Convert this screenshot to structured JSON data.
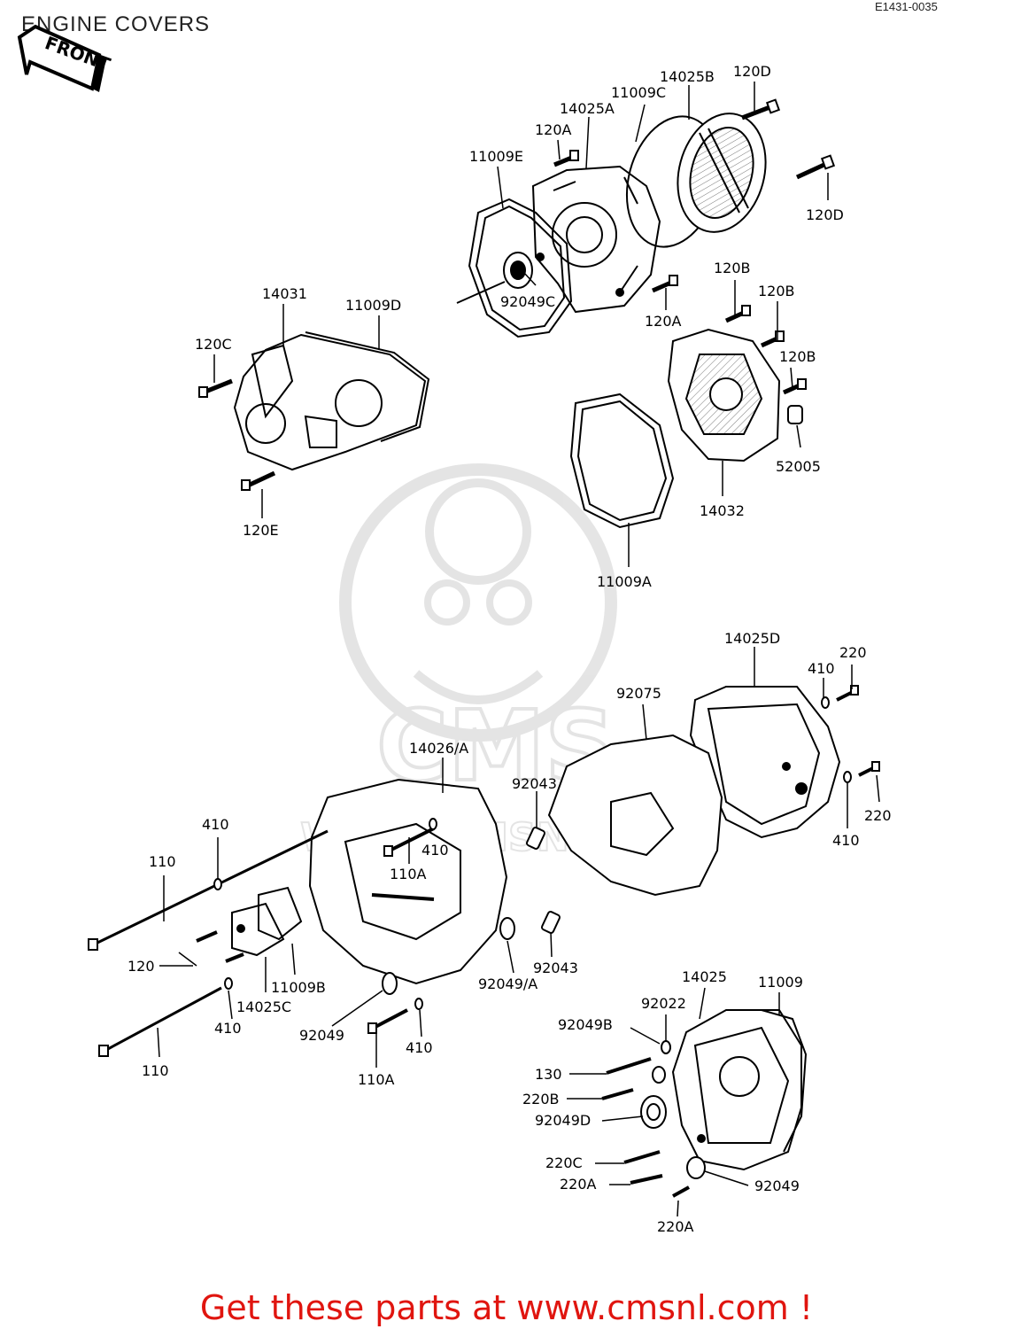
{
  "header": {
    "title": "ENGINE COVERS",
    "diagram_code": "E1431-0035"
  },
  "front_label": "FRONT",
  "watermark": {
    "logo_text": "CMS",
    "url_text": "WWW.CMSNL.COM"
  },
  "parts": [
    {
      "id": "p-120d-a",
      "label": "120D"
    },
    {
      "id": "p-14025b",
      "label": "14025B"
    },
    {
      "id": "p-11009c",
      "label": "11009C"
    },
    {
      "id": "p-14025a",
      "label": "14025A"
    },
    {
      "id": "p-120a-a",
      "label": "120A"
    },
    {
      "id": "p-11009e",
      "label": "11009E"
    },
    {
      "id": "p-120d-b",
      "label": "120D"
    },
    {
      "id": "p-92049c",
      "label": "92049C"
    },
    {
      "id": "p-120a-b",
      "label": "120A"
    },
    {
      "id": "p-120b-a",
      "label": "120B"
    },
    {
      "id": "p-120b-b",
      "label": "120B"
    },
    {
      "id": "p-120b-c",
      "label": "120B"
    },
    {
      "id": "p-52005",
      "label": "52005"
    },
    {
      "id": "p-14032",
      "label": "14032"
    },
    {
      "id": "p-11009a",
      "label": "11009A"
    },
    {
      "id": "p-14031",
      "label": "14031"
    },
    {
      "id": "p-11009d",
      "label": "11009D"
    },
    {
      "id": "p-120c",
      "label": "120C"
    },
    {
      "id": "p-120e",
      "label": "120E"
    },
    {
      "id": "p-14025d",
      "label": "14025D"
    },
    {
      "id": "p-220-a",
      "label": "220"
    },
    {
      "id": "p-410-a",
      "label": "410"
    },
    {
      "id": "p-92075",
      "label": "92075"
    },
    {
      "id": "p-220-b",
      "label": "220"
    },
    {
      "id": "p-410-b",
      "label": "410"
    },
    {
      "id": "p-14026a",
      "label": "14026/A"
    },
    {
      "id": "p-92043-a",
      "label": "92043"
    },
    {
      "id": "p-410-c",
      "label": "410"
    },
    {
      "id": "p-410-d",
      "label": "410"
    },
    {
      "id": "p-110-a",
      "label": "110"
    },
    {
      "id": "p-110a-a",
      "label": "110A"
    },
    {
      "id": "p-120",
      "label": "120"
    },
    {
      "id": "p-11009b",
      "label": "11009B"
    },
    {
      "id": "p-14025c",
      "label": "14025C"
    },
    {
      "id": "p-92049a",
      "label": "92049/A"
    },
    {
      "id": "p-92043-b",
      "label": "92043"
    },
    {
      "id": "p-410-e",
      "label": "410"
    },
    {
      "id": "p-92049-a",
      "label": "92049"
    },
    {
      "id": "p-410-f",
      "label": "410"
    },
    {
      "id": "p-110-b",
      "label": "110"
    },
    {
      "id": "p-110a-b",
      "label": "110A"
    },
    {
      "id": "p-14025",
      "label": "14025"
    },
    {
      "id": "p-11009",
      "label": "11009"
    },
    {
      "id": "p-92022",
      "label": "92022"
    },
    {
      "id": "p-92049b",
      "label": "92049B"
    },
    {
      "id": "p-130",
      "label": "130"
    },
    {
      "id": "p-220b",
      "label": "220B"
    },
    {
      "id": "p-92049d",
      "label": "92049D"
    },
    {
      "id": "p-220c",
      "label": "220C"
    },
    {
      "id": "p-220a-a",
      "label": "220A"
    },
    {
      "id": "p-92049-b",
      "label": "92049"
    },
    {
      "id": "p-220a-b",
      "label": "220A"
    }
  ],
  "footer": {
    "text": "Get these parts at www.cmsnl.com !",
    "color": "#e0150f"
  }
}
